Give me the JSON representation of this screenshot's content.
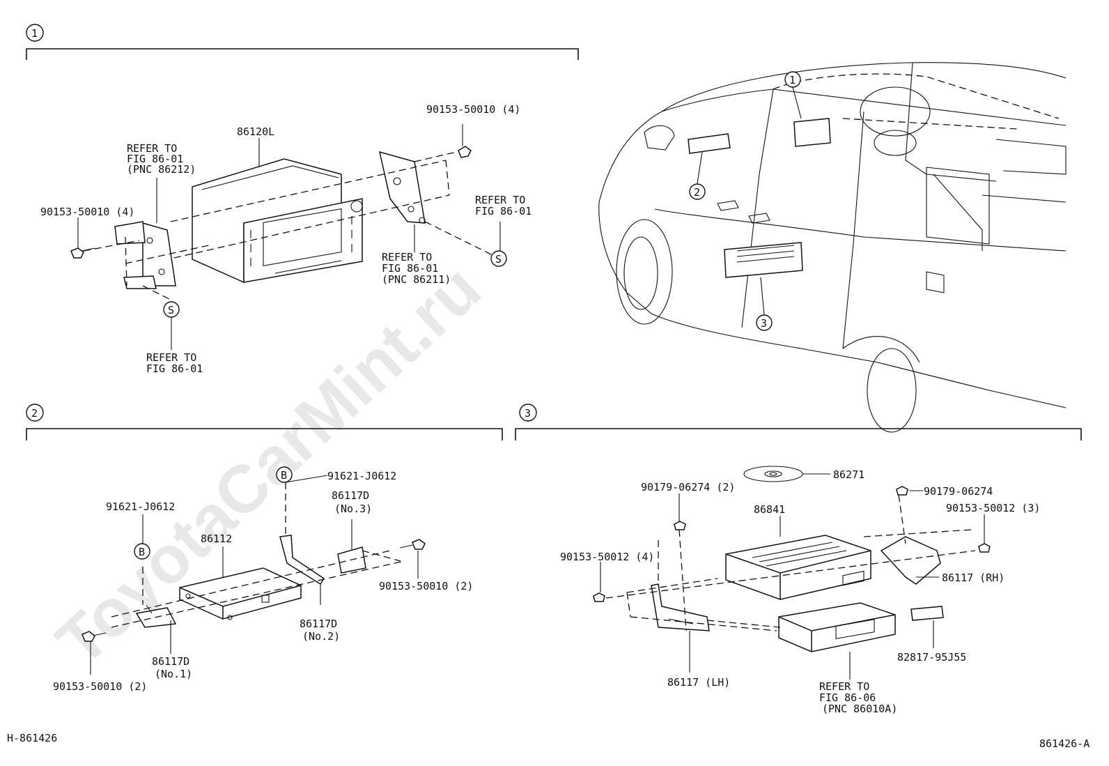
{
  "watermark": "ToyotaCarMint.ru",
  "sections": [
    {
      "marker": "1"
    },
    {
      "marker": "2"
    },
    {
      "marker": "3"
    }
  ],
  "callouts": {
    "s": "S",
    "b": "B"
  },
  "section1": {
    "main_unit": "86120L",
    "bolt_right": "90153-50010 (4)",
    "bolt_left": "90153-50010 (4)",
    "ref_left": [
      "REFER TO",
      "FIG 86-01",
      "(PNC 86212)"
    ],
    "ref_right_upper": [
      "REFER TO",
      "FIG 86-01"
    ],
    "ref_right_lower": [
      "REFER TO",
      "FIG 86-01",
      "(PNC 86211)"
    ],
    "ref_bottom": [
      "REFER TO",
      "FIG 86-01"
    ]
  },
  "section2": {
    "bolt_top": "91621-J0612",
    "bolt_left": "91621-J0612",
    "bracket_no3": [
      "86117D",
      "(No.3)"
    ],
    "unit": "86112",
    "bolt_right": "90153-50010 (2)",
    "bracket_no2": [
      "86117D",
      "(No.2)"
    ],
    "bracket_no1": [
      "86117D",
      "(No.1)"
    ],
    "bolt_bottom": "90153-50010 (2)"
  },
  "section3": {
    "disc": "86271",
    "nut_left": "90179-06274 (2)",
    "nut_right": "90179-06274",
    "bolt_right": "90153-50012 (3)",
    "unit": "86841",
    "bolt_left": "90153-50012 (4)",
    "bracket_rh": "86117 (RH)",
    "bracket_lh": "86117 (LH)",
    "label": "82817-95J55",
    "ref": [
      "REFER TO",
      "FIG 86-06",
      "(PNC 86010A)"
    ]
  },
  "footer": {
    "left_code": "H-861426",
    "right_code": "861426-A"
  }
}
